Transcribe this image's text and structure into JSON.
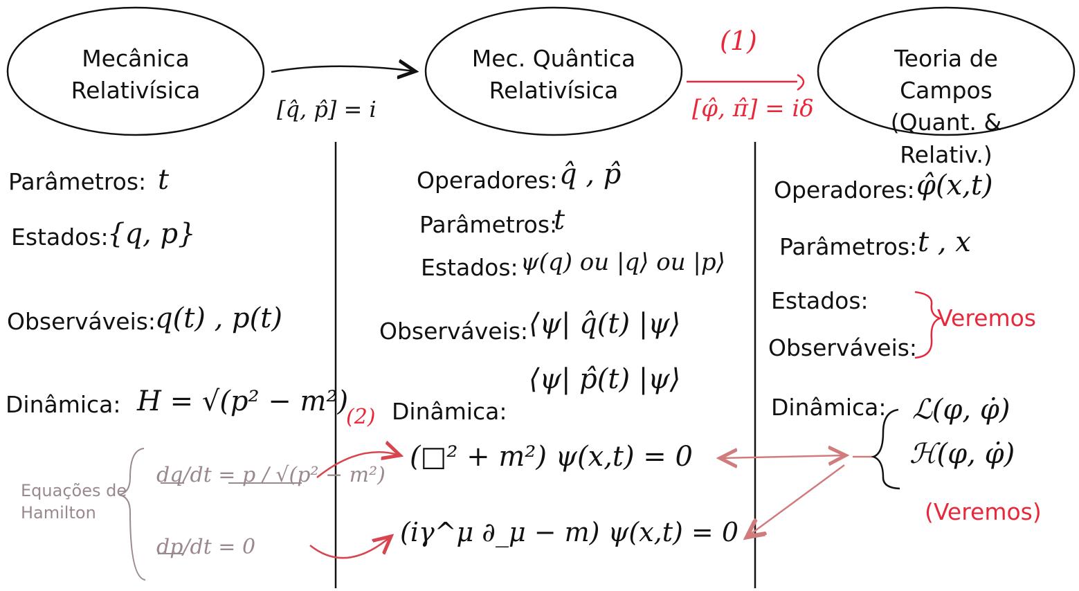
{
  "nodes": {
    "classical": "Mecânica\nRelativísica",
    "quantum": "Mec. Quântica\nRelativísica",
    "field": "Teoria de Campos\n(Quant. & Relativ.)"
  },
  "transitions": {
    "first_commutator": "[q̂, p̂] = i",
    "second_label": "(1)",
    "second_commutator": "[φ̂, π̂] = iδ"
  },
  "classical": {
    "parameters_label": "Parâmetros:",
    "parameters_value": "t",
    "states_label": "Estados:",
    "states_value": "{q, p}",
    "observables_label": "Observáveis:",
    "observables_value": "q(t) , p(t)",
    "dynamics_label": "Dinâmica:",
    "hamiltonian": "H = √(p² − m²)",
    "hamilton_label": "Equações de\nHamilton",
    "eq1": "dq/dt = p / √(p² − m²)",
    "eq2": "dp/dt = 0"
  },
  "quantum": {
    "operators_label": "Operadores:",
    "operators_value": "q̂ , p̂",
    "parameters_label": "Parâmetros:",
    "parameters_value": "t",
    "states_label": "Estados:",
    "states_value": "ψ(q) ou |q⟩ ou |p⟩",
    "observables_label": "Observáveis:",
    "obs1": "⟨ψ| q̂(t) |ψ⟩",
    "obs2": "⟨ψ| p̂(t) |ψ⟩",
    "dynamics_marker": "(2)",
    "dynamics_label": "Dinâmica:",
    "kg_equation": "(□² + m²) ψ(x,t) = 0",
    "dirac_equation": "(iγ^μ ∂_μ − m) ψ(x,t) = 0"
  },
  "field": {
    "operators_label": "Operadores:",
    "operators_value": "φ̂(x,t)",
    "parameters_label": "Parâmetros:",
    "parameters_value": "t , x",
    "states_label": "Estados:",
    "observables_label": "Observáveis:",
    "veremos": "Veremos",
    "dynamics_label": "Dinâmica:",
    "lagrangian": "ℒ(φ, φ̇)",
    "hamiltonian": "ℋ(φ, φ̇)",
    "veremos_paren": "(Veremos)"
  },
  "colors": {
    "ink": "#111111",
    "red": "#e8283a",
    "arrow_red": "#d9454f",
    "muted": "#9a8890",
    "pink": "#d07c7c"
  }
}
